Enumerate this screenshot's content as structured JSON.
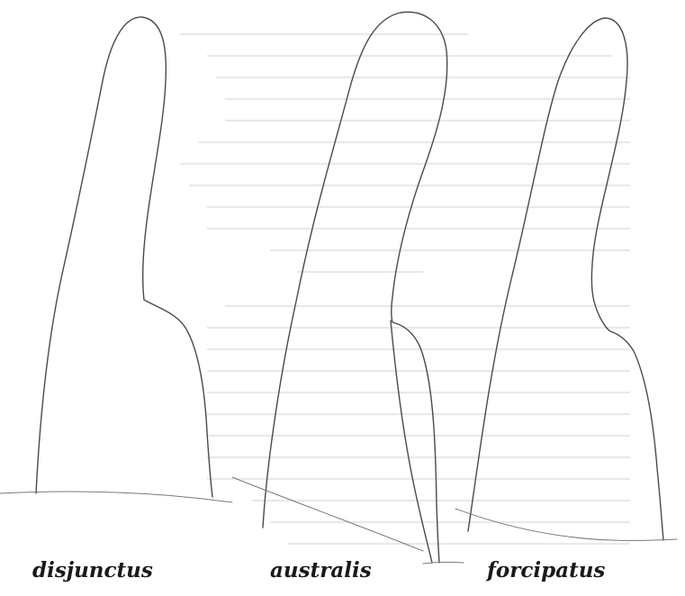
{
  "figure": {
    "labels": [
      {
        "id": "disjunctus",
        "text": "disjunctus"
      },
      {
        "id": "australis",
        "text": "australis"
      },
      {
        "id": "forcipatus",
        "text": "forcipatus"
      }
    ],
    "colors": {
      "outline": "#4a4a4a",
      "background": "#ffffff",
      "bleed_through_text": "#e9e9e9"
    }
  }
}
